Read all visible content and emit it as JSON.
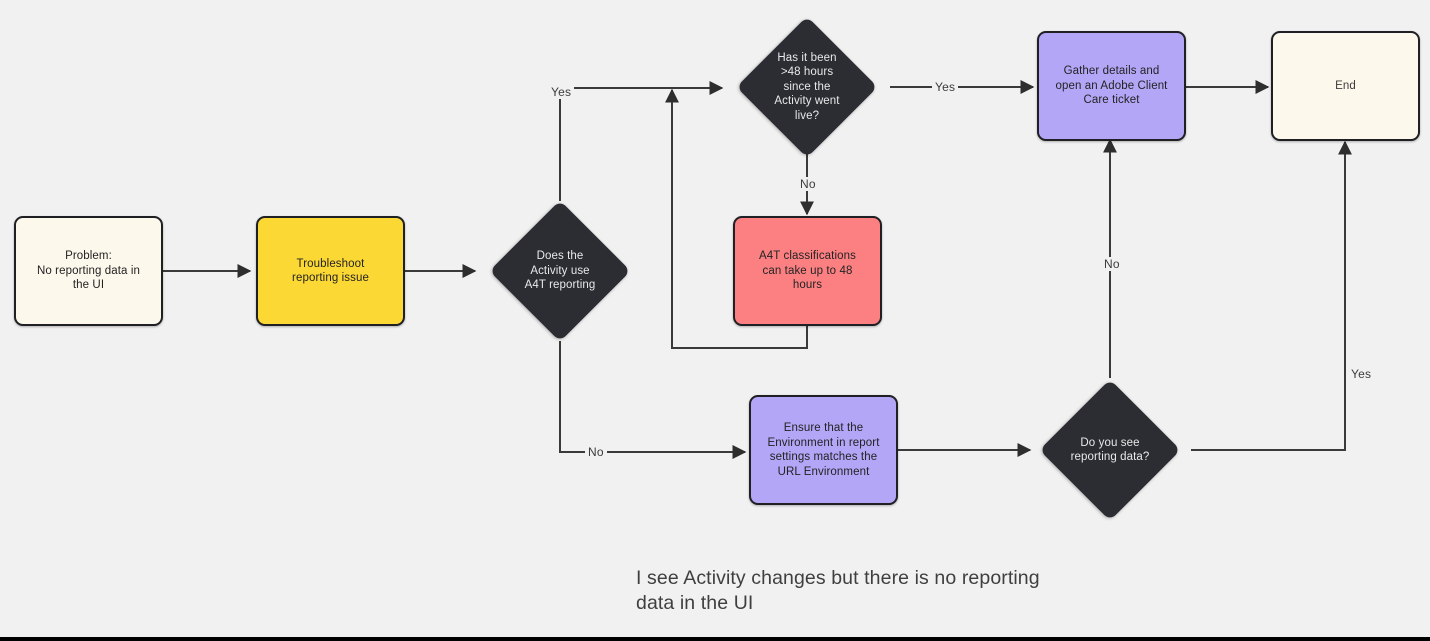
{
  "diagram": {
    "title": "I see Activity changes but there is no reporting data in the UI",
    "caption": "I see Activity changes but there is no reporting data in the UI",
    "background_color": "#f1f1f1",
    "nodes": [
      {
        "id": "problem",
        "shape": "rounded-rect",
        "label": "Problem:\nNo reporting data in\nthe UI",
        "lines": [
          "Problem:",
          "No reporting data in",
          "the UI"
        ],
        "fill": "#fdf8ec",
        "stroke": "#1f2023",
        "text_color": "#232323"
      },
      {
        "id": "troubleshoot",
        "shape": "rounded-rect",
        "label": "Troubleshoot\nreporting issue",
        "lines": [
          "Troubleshoot",
          "reporting issue"
        ],
        "fill": "#fcd834",
        "stroke": "#1f2023",
        "text_color": "#232323"
      },
      {
        "id": "a4t-decision",
        "shape": "diamond",
        "label": "Does the\nActivity use\nA4T reporting",
        "lines": [
          "Does the",
          "Activity use",
          "A4T reporting"
        ],
        "fill": "#2b2d33",
        "text_color": "#e8e8e8"
      },
      {
        "id": "hours-decision",
        "shape": "diamond",
        "label": "Has it been\n>48 hours\nsince the\nActivity went\nlive?",
        "lines": [
          "Has it been",
          ">48 hours",
          "since the",
          "Activity went",
          "live?"
        ],
        "fill": "#2b2d33",
        "text_color": "#e8e8e8"
      },
      {
        "id": "classifications",
        "shape": "rounded-rect",
        "label": "A4T classifications\ncan take up to 48\nhours",
        "lines": [
          "A4T classifications",
          "can take up to 48",
          "hours"
        ],
        "fill": "#fc8082",
        "stroke": "#1f2023",
        "text_color": "#232323"
      },
      {
        "id": "gather-details",
        "shape": "rounded-rect",
        "label": "Gather details and\nopen an Adobe Client\nCare ticket",
        "lines": [
          "Gather details and",
          "open an Adobe Client",
          "Care ticket"
        ],
        "fill": "#b3a6f7",
        "stroke": "#1f2023",
        "text_color": "#232323"
      },
      {
        "id": "end",
        "shape": "rounded-rect",
        "label": "End",
        "lines": [
          "End"
        ],
        "fill": "#fdf8ec",
        "stroke": "#1f2023",
        "text_color": "#3c3c3c"
      },
      {
        "id": "ensure-env",
        "shape": "rounded-rect",
        "label": "Ensure that the\nEnvironment in report\nsettings matches the\nURL Environment",
        "lines": [
          "Ensure that the",
          "Environment in report",
          "settings matches the",
          "URL Environment"
        ],
        "fill": "#b3a6f7",
        "stroke": "#1f2023",
        "text_color": "#232323"
      },
      {
        "id": "see-data-decision",
        "shape": "diamond",
        "label": "Do you see\nreporting data?",
        "lines": [
          "Do you see",
          "reporting data?"
        ],
        "fill": "#2b2d33",
        "text_color": "#e8e8e8"
      }
    ],
    "edges": [
      {
        "id": "e1",
        "from": "problem",
        "to": "troubleshoot",
        "label": ""
      },
      {
        "id": "e2",
        "from": "troubleshoot",
        "to": "a4t-decision",
        "label": ""
      },
      {
        "id": "e3",
        "from": "a4t-decision",
        "to": "hours-decision",
        "label": "Yes"
      },
      {
        "id": "e4",
        "from": "a4t-decision",
        "to": "ensure-env",
        "label": "No"
      },
      {
        "id": "e5",
        "from": "hours-decision",
        "to": "gather-details",
        "label": "Yes"
      },
      {
        "id": "e6",
        "from": "hours-decision",
        "to": "classifications",
        "label": "No"
      },
      {
        "id": "e7",
        "from": "classifications",
        "to": "hours-decision",
        "label": ""
      },
      {
        "id": "e8",
        "from": "gather-details",
        "to": "end",
        "label": ""
      },
      {
        "id": "e9",
        "from": "ensure-env",
        "to": "see-data-decision",
        "label": ""
      },
      {
        "id": "e10",
        "from": "see-data-decision",
        "to": "gather-details",
        "label": "No"
      },
      {
        "id": "e11",
        "from": "see-data-decision",
        "to": "end",
        "label": "Yes"
      }
    ],
    "edge_labels": {
      "yes_a4t": "Yes",
      "no_a4t": "No",
      "yes_hours": "Yes",
      "no_hours": "No",
      "no_seedata": "No",
      "yes_seedata": "Yes"
    }
  }
}
